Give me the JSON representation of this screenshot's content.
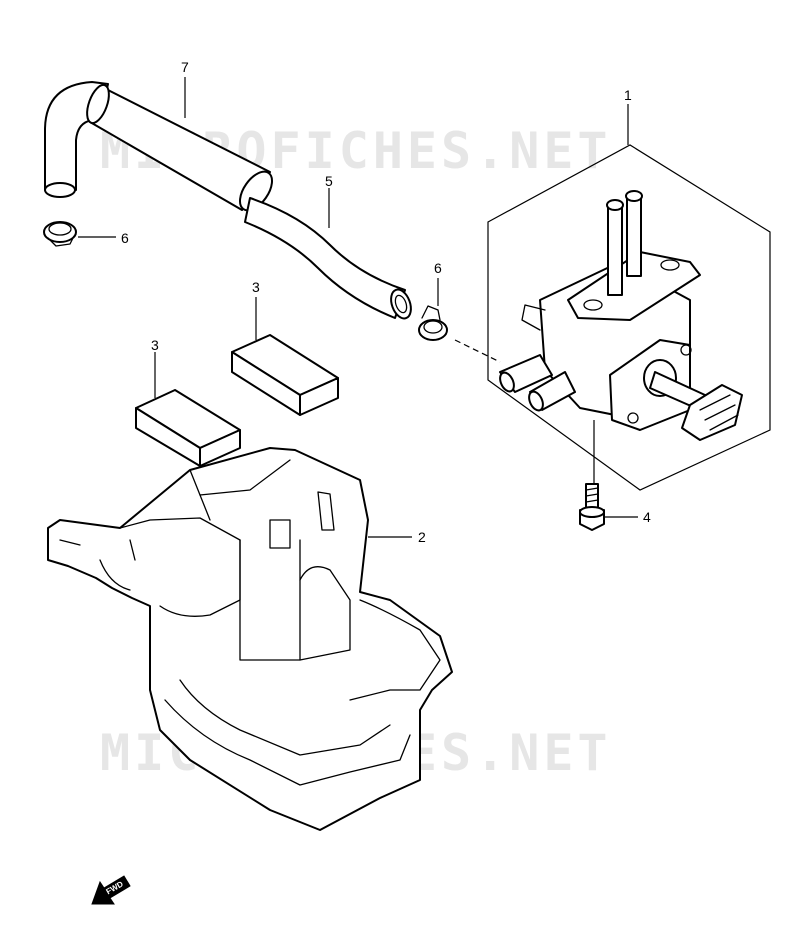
{
  "watermarks": [
    "MICROFICHES.NET",
    "MICROFICHES.NET"
  ],
  "callouts": {
    "fuel_cock": "1",
    "fuel_tank_guard": "2",
    "cushion_upper": "3",
    "cushion_lower": "3",
    "bolt": "4",
    "fuel_hose": "5",
    "clamp_right": "6",
    "clamp_left": "6",
    "protector_hose": "7"
  },
  "direction_label": "FWD"
}
